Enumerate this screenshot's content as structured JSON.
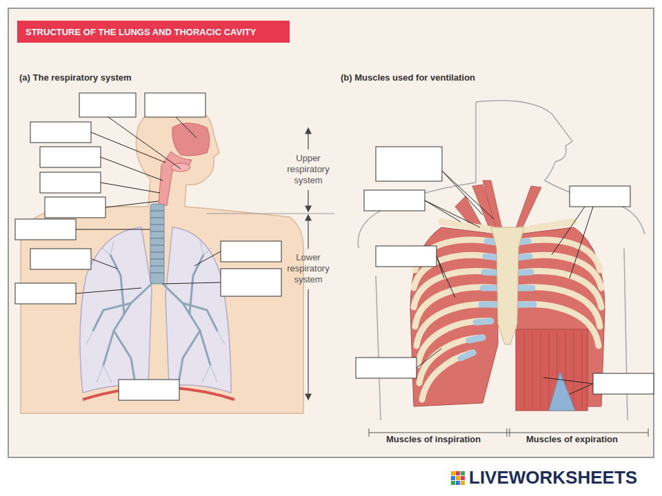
{
  "diagram": {
    "title": "STRUCTURE OF THE LUNGS AND THORACIC CAVITY",
    "labels": [
      "(a) The respiratory system",
      "(b) Muscles used for ventilation",
      "Upper respiratory system",
      "Lower respiratory system",
      "Muscles of inspiration",
      "Muscles of expiration",
      "LIVEWORKSHEETS"
    ]
  }
}
